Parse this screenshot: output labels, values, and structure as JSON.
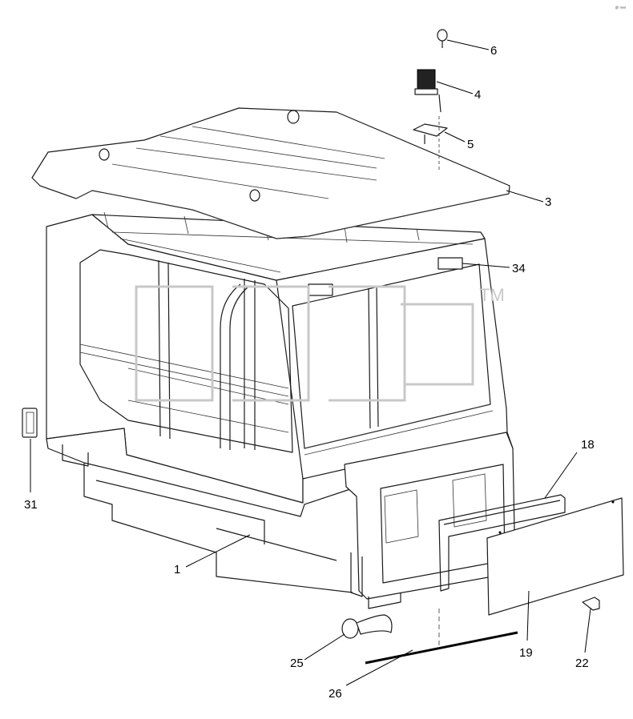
{
  "corner_code": "ᵍᵇ ᵃᵃᵃ",
  "watermark": {
    "mark": "TM"
  },
  "callouts": [
    {
      "id": "6",
      "label": "6"
    },
    {
      "id": "4",
      "label": "4"
    },
    {
      "id": "5",
      "label": "5"
    },
    {
      "id": "3",
      "label": "3"
    },
    {
      "id": "34",
      "label": "34"
    },
    {
      "id": "18",
      "label": "18"
    },
    {
      "id": "31",
      "label": "31"
    },
    {
      "id": "1",
      "label": "1"
    },
    {
      "id": "19",
      "label": "19"
    },
    {
      "id": "22",
      "label": "22"
    },
    {
      "id": "25",
      "label": "25"
    },
    {
      "id": "26",
      "label": "26"
    }
  ]
}
